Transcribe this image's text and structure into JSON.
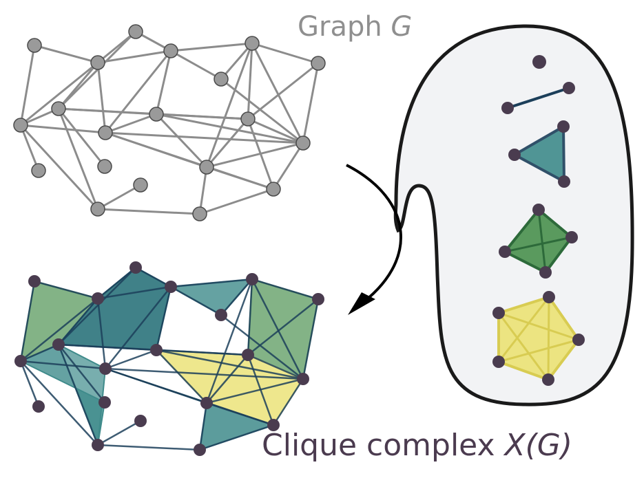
{
  "graph_title": {
    "text": "Graph ",
    "var": "G"
  },
  "complex_title": {
    "text": "Clique complex ",
    "var": "X(G)"
  },
  "colors": {
    "graph_node_fill": "#9a9a9a",
    "graph_node_stroke": "#4a4a4a",
    "graph_edge": "#8c8c8c",
    "complex_node": "#4a3c4f",
    "complex_edge": "#1c3f5a",
    "teal": "#3f8b8b",
    "teal_dark": "#1f6b73",
    "green": "#5a9a5e",
    "yellow": "#ece481",
    "bubble_fill": "#f2f3f5",
    "bubble_stroke": "#1a1a1a",
    "arrow": "#000000"
  }
}
